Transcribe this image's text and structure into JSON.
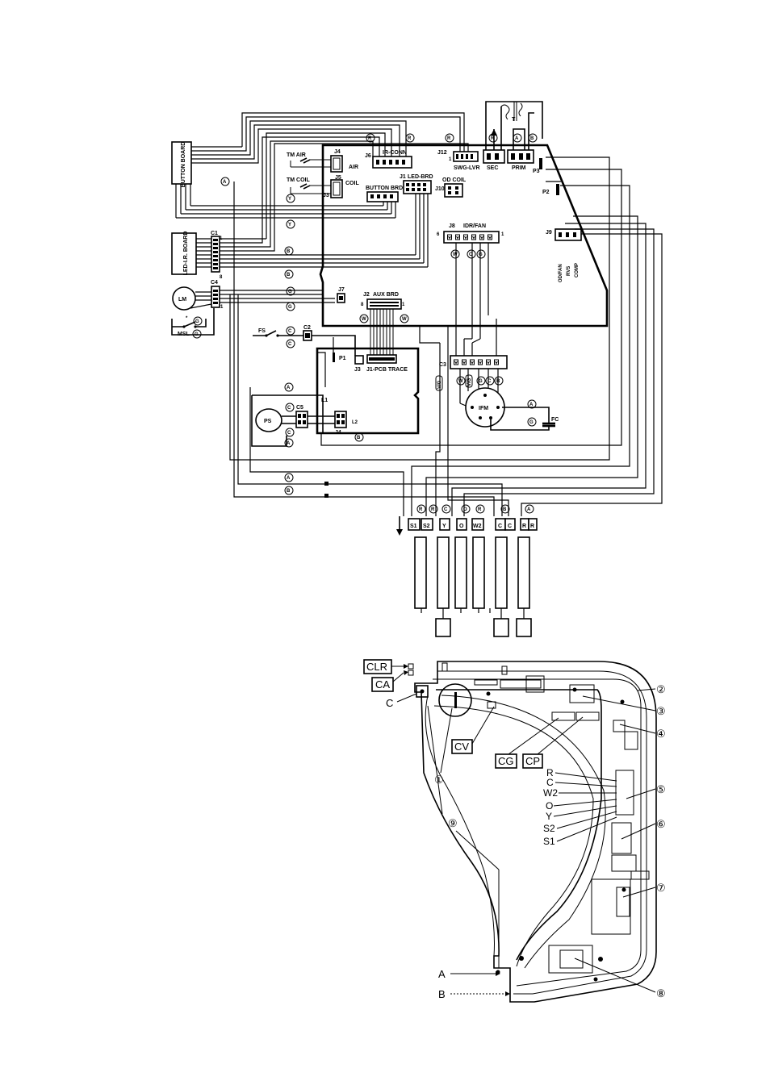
{
  "wiring": {
    "components": {
      "button_board": "BUTTON BOARD",
      "led_ir_board": "LED-I.R. BOARD",
      "lm": "LM",
      "msl": "MSL",
      "fs": "FS",
      "ps": "PS",
      "ifm": "IFM",
      "fc": "FC",
      "transformer": "T",
      "p1": "P1",
      "p2": "P2",
      "p3": "P3",
      "l1": "L1",
      "l2": "L2"
    },
    "connectors": {
      "c1": "C1",
      "c2": "C2",
      "c3": "C3",
      "c4": "C4",
      "c5": "C5",
      "j1": "J1",
      "j1_name": "LED-BRD",
      "j2": "J2",
      "j2_name": "AUX BRD",
      "j3": "J3",
      "j3_name": "BUTTON BRD",
      "j3_lower": "J3",
      "j1_pcb_trace": "J1-PCB TRACE",
      "j4": "J4",
      "j4_lower": "J4",
      "j5": "J5",
      "j6": "J6",
      "j6_name": "IR-CONN",
      "j7": "J7",
      "j8": "J8",
      "j8_name": "IDR/FAN",
      "j9": "J9",
      "j10": "J10",
      "j10_name": "OD COIL",
      "j12": "J12",
      "j12_name": "SWG-LVR",
      "sec": "SEC",
      "prim": "PRIM"
    },
    "sensors": {
      "tm_air": "TM AIR",
      "air": "AIR",
      "tm_coil": "TM COIL",
      "coil": "COIL"
    },
    "j9_labels": [
      "OD/FAN",
      "RVS",
      "COMP"
    ],
    "pin_numbers": {
      "one": "1",
      "six": "6",
      "eight": "8"
    },
    "wire_codes": {
      "A": "A",
      "B": "B",
      "C": "C",
      "G": "G",
      "O": "O",
      "R": "R",
      "W": "W",
      "Y": "Y"
    },
    "ifm_wire_codes": [
      "W",
      "V/G",
      "G",
      "C",
      "B"
    ],
    "misc": {
      "vg": "V/G"
    },
    "terminals": [
      "S1",
      "S2",
      "Y",
      "O",
      "W2",
      "C",
      "C",
      "R",
      "R"
    ]
  },
  "layout": {
    "callouts": {
      "clr": "CLR",
      "ca": "CA",
      "cv": "CV",
      "cg": "CG",
      "cp": "CP",
      "a": "A",
      "b": "B",
      "c": "C"
    },
    "terminal_labels": [
      "R",
      "C",
      "W2",
      "O",
      "Y",
      "S2",
      "S1"
    ],
    "numbers": [
      "①",
      "②",
      "③",
      "④",
      "⑤",
      "⑥",
      "⑦",
      "⑧",
      "⑨"
    ]
  }
}
